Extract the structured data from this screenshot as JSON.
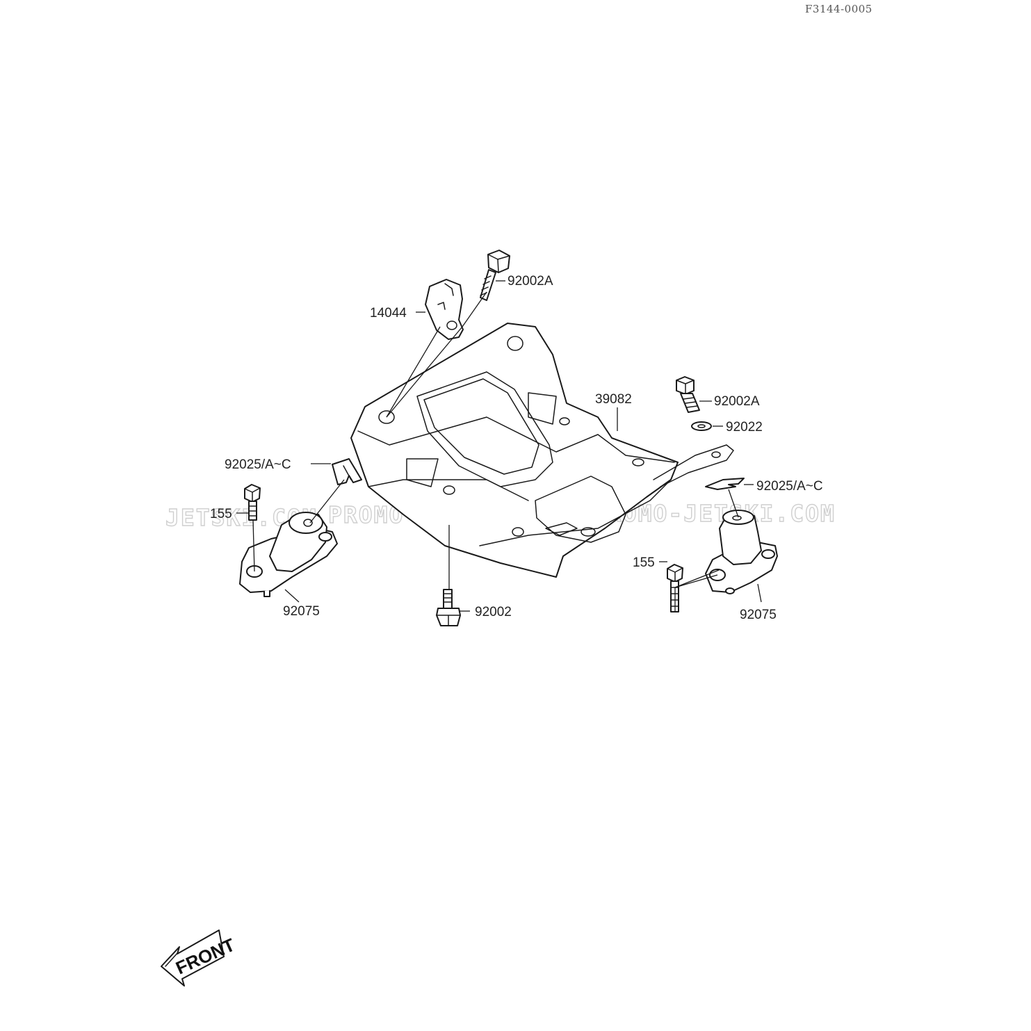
{
  "diagram": {
    "doc_code": "F3144-0005",
    "watermarks": [
      "JETSKI.COM",
      "PROMO-JETSKI.COM",
      "PROMO-JETSKI.COM"
    ],
    "front_label": "FRONT",
    "callouts": {
      "bolt_bracket": "92002A",
      "bracket": "14044",
      "plate": "39082",
      "bolt_right": "92002A",
      "washer": "92022",
      "shim_left": "92025/A~C",
      "shim_right": "92025/A~C",
      "screw_left": "155",
      "screw_right": "155",
      "mount_left": "92075",
      "mount_right": "92075",
      "bolt_bottom": "92002"
    }
  }
}
